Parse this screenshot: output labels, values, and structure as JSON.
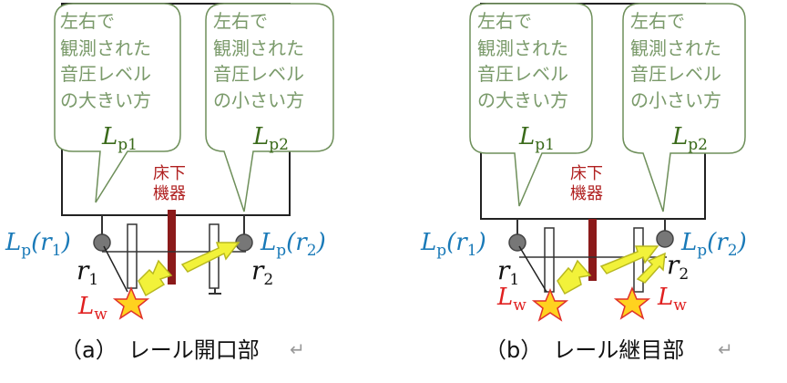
{
  "panels": [
    {
      "caption": "（a）　レール開口部",
      "return_mark": "↵",
      "bubble_left": {
        "lines": [
          "左右で",
          "観測された",
          "音圧レベル",
          "の大きい方"
        ],
        "label": "L",
        "label_sub": "p1"
      },
      "bubble_right": {
        "lines": [
          "左右で",
          "観測された",
          "音圧レベル",
          "の小さい方"
        ],
        "label": "L",
        "label_sub": "p2"
      },
      "device": [
        "床下",
        "機器"
      ],
      "mic_left": {
        "main": "L",
        "sub": "p",
        "arg": "(r",
        "arg_sub": "1",
        "close": ")"
      },
      "mic_right": {
        "main": "L",
        "sub": "p",
        "arg": "(r",
        "arg_sub": "2",
        "close": ")"
      },
      "r_left": {
        "main": "r",
        "sub": "1"
      },
      "r_right": {
        "main": "r",
        "sub": "2"
      },
      "source": {
        "main": "L",
        "sub": "w"
      }
    },
    {
      "caption": "（b）　レール継目部",
      "return_mark": "↵",
      "bubble_left": {
        "lines": [
          "左右で",
          "観測された",
          "音圧レベル",
          "の大きい方"
        ],
        "label": "L",
        "label_sub": "p1"
      },
      "bubble_right": {
        "lines": [
          "左右で",
          "観測された",
          "音圧レベル",
          "の小さい方"
        ],
        "label": "L",
        "label_sub": "p2"
      },
      "device": [
        "床下",
        "機器"
      ],
      "mic_left": {
        "main": "L",
        "sub": "p",
        "arg": "(r",
        "arg_sub": "1",
        "close": ")"
      },
      "mic_right": {
        "main": "L",
        "sub": "p",
        "arg": "(r",
        "arg_sub": "2",
        "close": ")"
      },
      "r_left": {
        "main": "r",
        "sub": "1"
      },
      "r_right": {
        "main": "r",
        "sub": "2"
      },
      "source_left": {
        "main": "L",
        "sub": "w"
      },
      "source_right": {
        "main": "L",
        "sub": "w"
      }
    }
  ],
  "colors": {
    "bubble_stroke": "#6e8f5a",
    "bubble_text": "#7a9a6a",
    "device": "#8b1a1a",
    "device_text": "#b02020",
    "mic_label": "#1a7ab8",
    "source_label": "#e02020",
    "star_fill": "#ffd21f",
    "star_stroke": "#e0302a",
    "arrow_fill": "#f2f23a",
    "arrow_stroke": "#b8b820"
  }
}
